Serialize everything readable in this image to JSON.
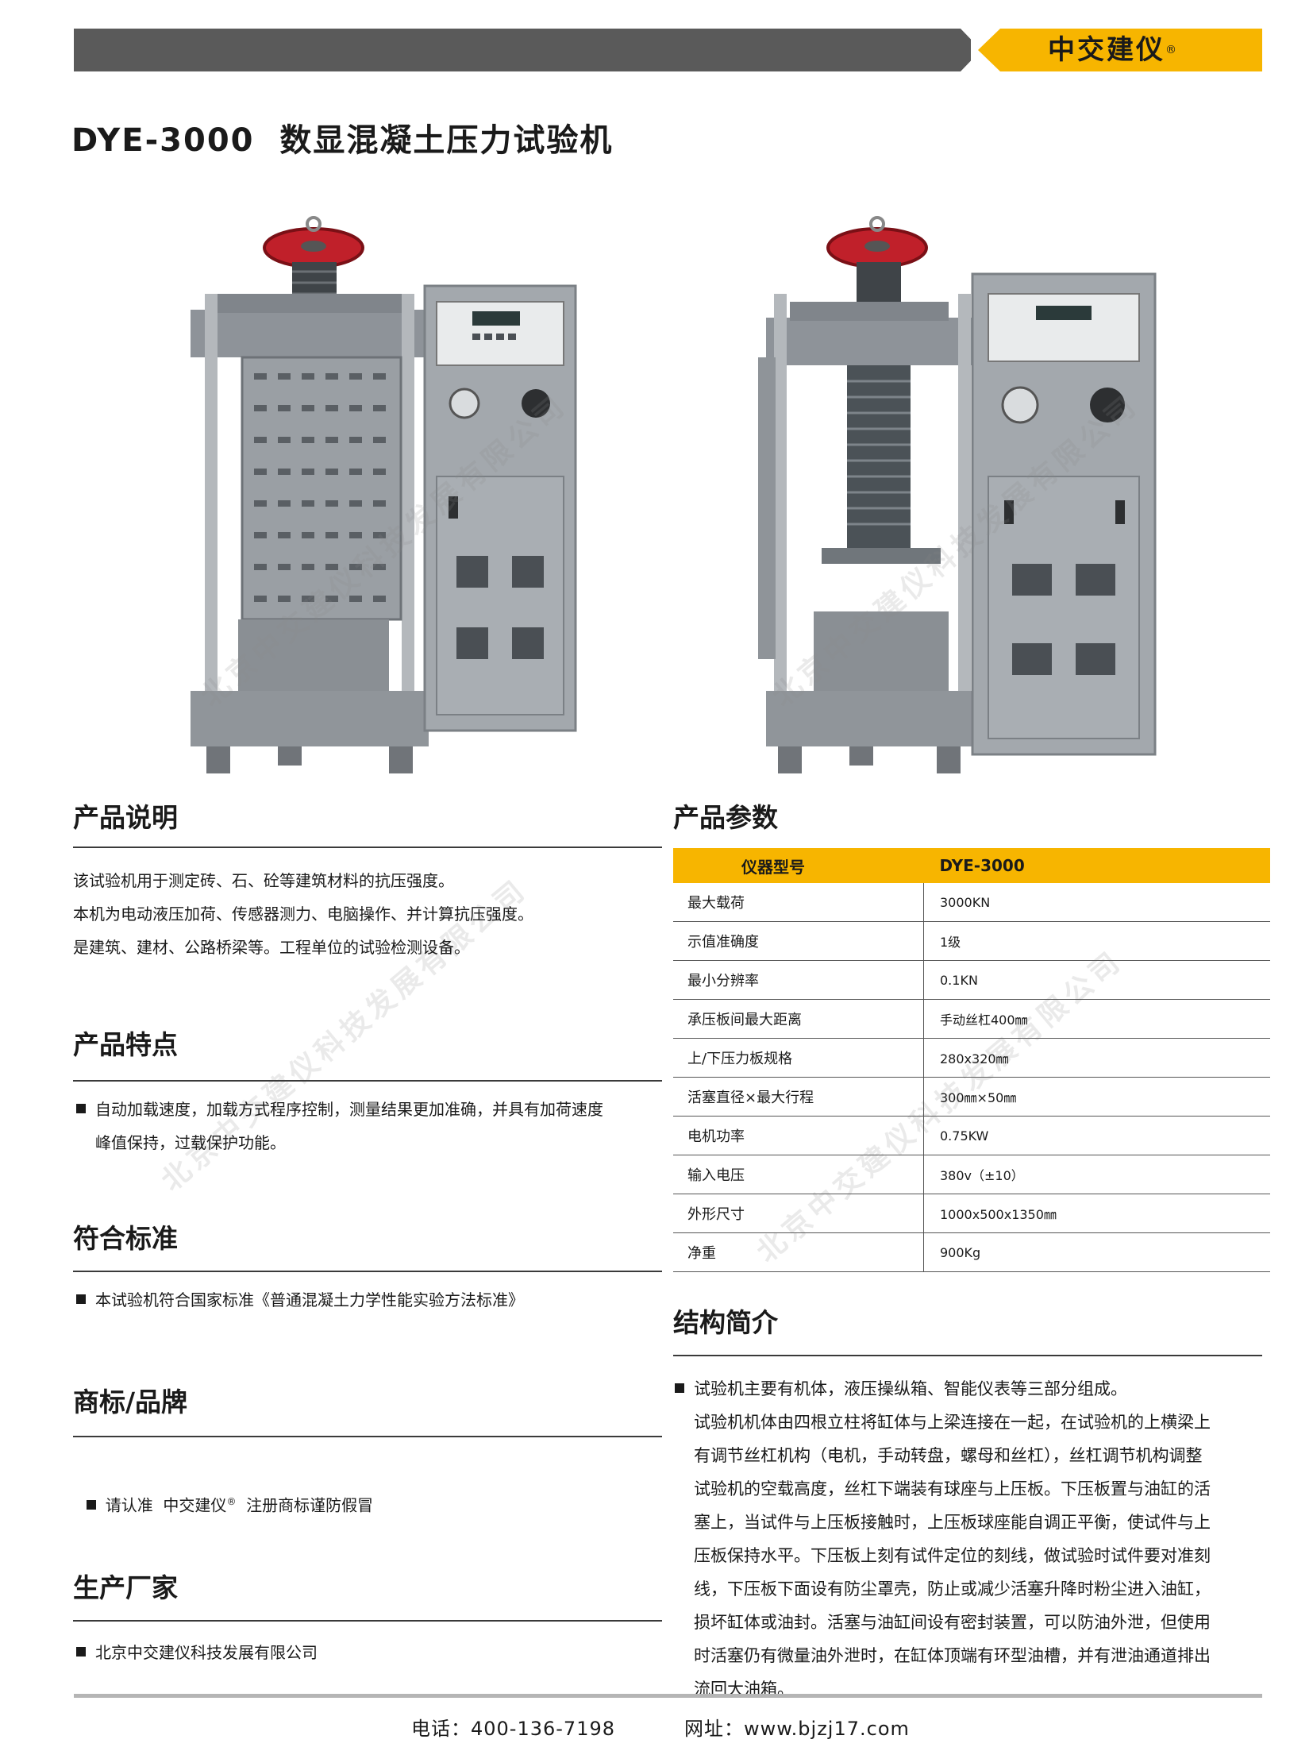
{
  "brand": {
    "name": "中交建仪",
    "reg": "®"
  },
  "title": "DYE-3000  数显混凝土压力试验机",
  "watermark": "北京中交建仪科技发展有限公司",
  "intro": {
    "heading": "产品说明",
    "lines": [
      "该试验机用于测定砖、石、砼等建筑材料的抗压强度。",
      "本机为电动液压加荷、传感器测力、电脑操作、并计算抗压强度。",
      "是建筑、建材、公路桥梁等。工程单位的试验检测设备。"
    ]
  },
  "features": {
    "heading": "产品特点",
    "line1": "自动加载速度，加载方式程序控制，测量结果更加准确，并具有加荷速度",
    "line2": "峰值保持，过载保护功能。"
  },
  "standard": {
    "heading": "符合标准",
    "text": "本试验机符合国家标准《普通混凝土力学性能实验方法标准》"
  },
  "trademark": {
    "heading": "商标/品牌",
    "pre": "请认准  中交建仪",
    "reg": "®",
    "post": "  注册商标谨防假冒"
  },
  "maker": {
    "heading": "生产厂家",
    "text": "北京中交建仪科技发展有限公司"
  },
  "params": {
    "heading": "产品参数",
    "header": {
      "label": "仪器型号",
      "value": "DYE-3000"
    },
    "rows": [
      {
        "label": "最大载荷",
        "value": "3000KN"
      },
      {
        "label": "示值准确度",
        "value": "1级"
      },
      {
        "label": "最小分辨率",
        "value": "0.1KN"
      },
      {
        "label": "承压板间最大距离",
        "value": "手动丝杠400㎜"
      },
      {
        "label": "上/下压力板规格",
        "value": "280x320㎜"
      },
      {
        "label": "活塞直径×最大行程",
        "value": "300㎜×50㎜"
      },
      {
        "label": "电机功率",
        "value": "0.75KW"
      },
      {
        "label": "输入电压",
        "value": "380v（±10）"
      },
      {
        "label": "外形尺寸",
        "value": "1000x500x1350㎜"
      },
      {
        "label": "净重",
        "value": "900Kg"
      }
    ]
  },
  "structure": {
    "heading": "结构简介",
    "first": "试验机主要有机体，液压操纵箱、智能仪表等三部分组成。",
    "lines": [
      "试验机机体由四根立柱将缸体与上梁连接在一起，在试验机的上横梁上",
      "有调节丝杠机构（电机，手动转盘，螺母和丝杠），丝杠调节机构调整",
      "试验机的空载高度，丝杠下端装有球座与上压板。下压板置与油缸的活",
      "塞上，当试件与上压板接触时，上压板球座能自调正平衡，使试件与上",
      "压板保持水平。下压板上刻有试件定位的刻线，做试验时试件要对准刻",
      "线，下压板下面设有防尘罩壳，防止或减少活塞升降时粉尘进入油缸，",
      "损坏缸体或油封。活塞与油缸间设有密封装置，可以防油外泄，但使用",
      "时活塞仍有微量油外泄时，在缸体顶端有环型油槽，并有泄油通道排出",
      "流回大油箱。"
    ]
  },
  "footer": {
    "phone": "电话：400-136-7198",
    "site": "网址：www.bjzj17.com"
  }
}
